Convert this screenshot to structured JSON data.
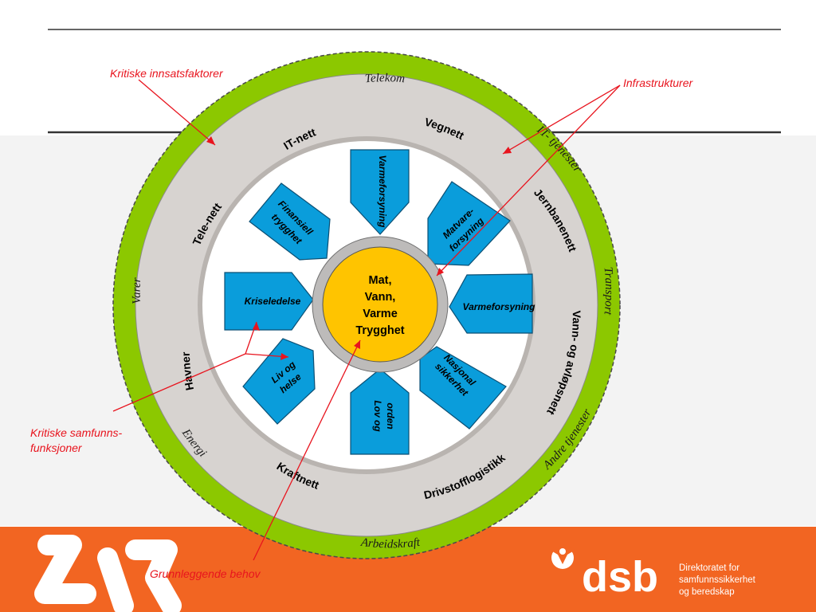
{
  "colors": {
    "outer_ring": "#8cc800",
    "middle_ring": "#d7d3d0",
    "segment": "#0a9ddb",
    "core": "#ffc400",
    "footer": "#f26522",
    "callout": "#e8141e"
  },
  "outer_ring": {
    "labels": [
      "Telekom",
      "IT- tjenester",
      "Transport",
      "Andre tjenester",
      "Arbeidskraft",
      "Energi",
      "Varer"
    ]
  },
  "middle_ring": {
    "labels": [
      "IT-nett",
      "Vegnett",
      "Jernbanenett",
      "Vann- og avløpsnett",
      "Drivstofflogistikk",
      "Kraftnett",
      "Havner",
      "Tele-nett"
    ]
  },
  "segments": {
    "top": "Varmeforsyning",
    "top_right_1": "Matvare-",
    "top_right_2": "forsyning",
    "right": "Varmeforsyning",
    "bottom_right_1": "Nasjonal",
    "bottom_right_2": "sikkerhet",
    "bottom_1": "Lov og",
    "bottom_2": "orden",
    "bottom_left_1": "Liv og",
    "bottom_left_2": "helse",
    "left": "Kriseledelse",
    "top_left_1": "Finansiell",
    "top_left_2": "trygghet"
  },
  "core": {
    "line1": "Mat,",
    "line2": "Vann,",
    "line3": "Varme",
    "line4": "Trygghet"
  },
  "callouts": {
    "kritiske_innsatsfaktorer": "Kritiske innsatsfaktorer",
    "infrastrukturer": "Infrastrukturer",
    "kritiske_samfunns_1": "Kritiske samfunns-",
    "kritiske_samfunns_2": "funksjoner",
    "grunnleggende_behov": "Grunnleggende behov"
  },
  "footer": {
    "brand": "dsb",
    "org_line1": "Direktoratet for",
    "org_line2": "samfunnssikkerhet",
    "org_line3": "og beredskap"
  }
}
